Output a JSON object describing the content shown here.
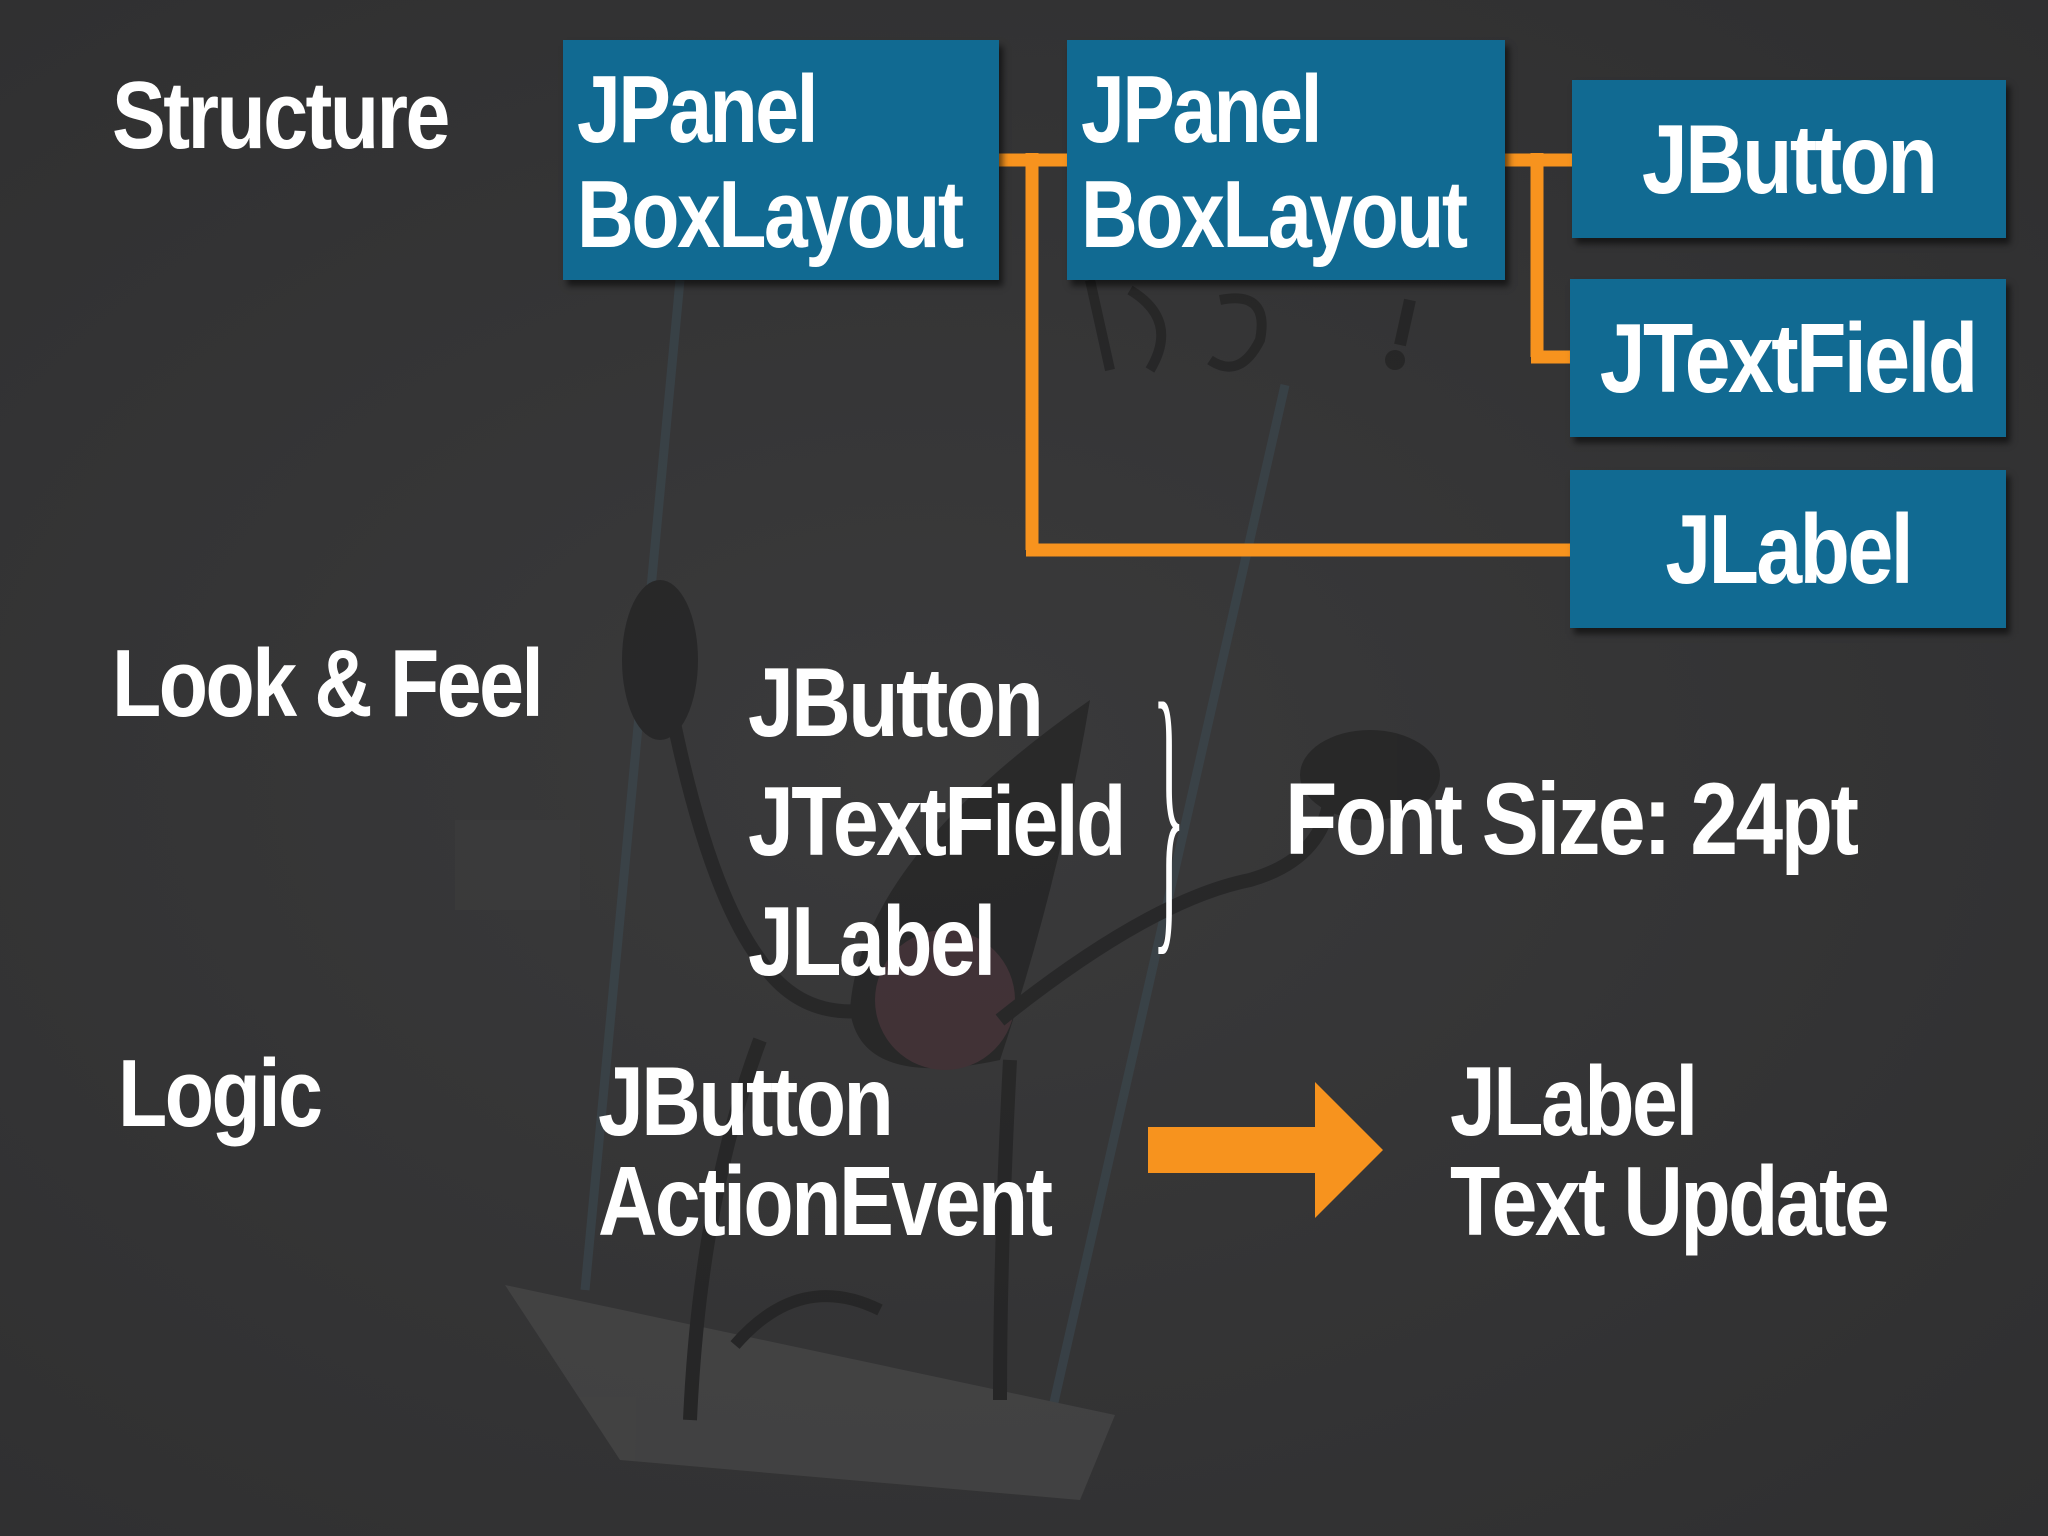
{
  "structure": {
    "title": "Structure",
    "root_panel": {
      "line1": "JPanel",
      "line2": "BoxLayout"
    },
    "child_panel": {
      "line1": "JPanel",
      "line2": "BoxLayout"
    },
    "children": [
      "JButton",
      "JTextField",
      "JLabel"
    ]
  },
  "look_and_feel": {
    "title": "Look & Feel",
    "components": [
      "JButton",
      "JTextField",
      "JLabel"
    ],
    "brace": "}",
    "setting": "Font Size:  24pt"
  },
  "logic": {
    "title": "Logic",
    "source": {
      "line1": "JButton",
      "line2": "ActionEvent"
    },
    "target": {
      "line1": "JLabel",
      "line2": "Text Update"
    }
  },
  "colors": {
    "background": "#333334",
    "box_fill": "#116a92",
    "connector": "#f7931e",
    "text": "#ffffff"
  }
}
